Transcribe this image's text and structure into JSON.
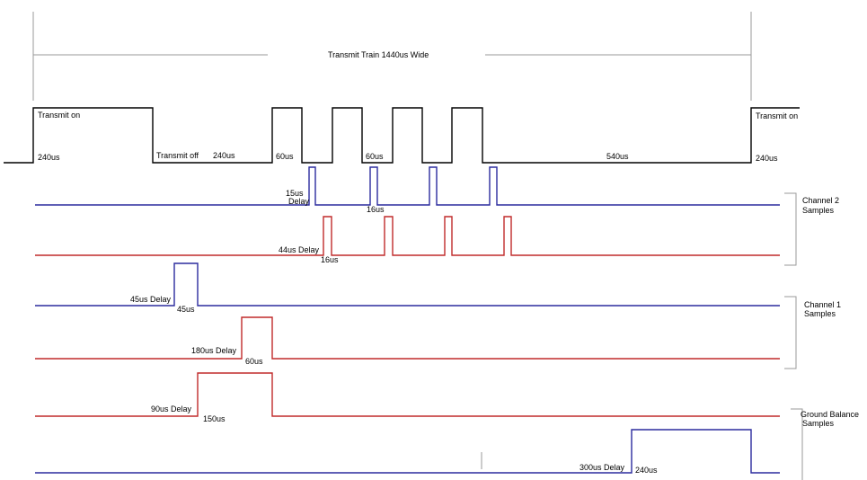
{
  "title": "Transmit Train 1440us Wide",
  "colors": {
    "transmit": "#000000",
    "blue": "#2b2b9e",
    "red": "#c02a2a",
    "guide": "#9a9a9a"
  },
  "transmit": {
    "labels": {
      "on_left": "Transmit on",
      "on_left_dur": "240us",
      "off": "Transmit off",
      "off_dur": "240us",
      "p1": "60us",
      "p2": "60us",
      "tail": "540us",
      "on_right": "Transmit on",
      "on_right_dur": "240us"
    }
  },
  "groups": {
    "ch2": "Channel 2\nSamples",
    "ch2_line1": "Channel 2",
    "ch2_line2": "Samples",
    "ch1_line1": "Channel 1",
    "ch1_line2": "Samples",
    "gb_line1": "Ground Balance",
    "gb_line2": "Samples"
  },
  "rows": {
    "ch2_blue": {
      "delay_line1": "15us",
      "delay_line2": "Delay",
      "width": "16us",
      "pulses": 4
    },
    "ch2_red": {
      "delay": "44us Delay",
      "width": "16us",
      "pulses": 4
    },
    "ch1_blue": {
      "delay": "45us Delay",
      "width": "45us"
    },
    "ch1_red": {
      "delay": "180us Delay",
      "width": "60us"
    },
    "gb_red": {
      "delay": "90us Delay",
      "width": "150us"
    },
    "gb_blue": {
      "delay": "300us Delay",
      "width": "240us"
    }
  }
}
